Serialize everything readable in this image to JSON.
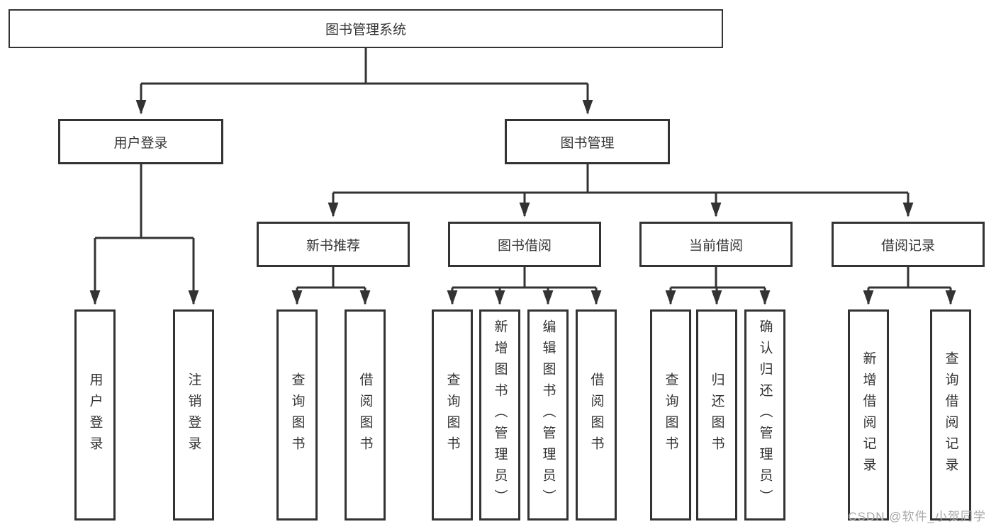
{
  "colors": {
    "background": "#ffffff",
    "line": "#333333",
    "box_border": "#333333",
    "text": "#333333",
    "watermark": "#a8a8a8"
  },
  "diagram_type": "hierarchy-tree",
  "nodes": {
    "root": "图书管理系统",
    "user_login": "用户登录",
    "book_management": "图书管理",
    "new_book_recommend": "新书推荐",
    "book_borrowing": "图书借阅",
    "current_borrowing": "当前借阅",
    "borrowing_records": "借阅记录",
    "leaf_user_login": "用户登录",
    "leaf_logout": "注销登录",
    "leaf_nbr_query_books": "查询图书",
    "leaf_nbr_borrow_books": "借阅图书",
    "leaf_bb_query_books": "查询图书",
    "leaf_bb_add_books": "新增图书（管理员）",
    "leaf_bb_edit_books": "编辑图书（管理员）",
    "leaf_bb_borrow_books": "借阅图书",
    "leaf_cb_query_books": "查询图书",
    "leaf_cb_return_books": "归还图书",
    "leaf_cb_confirm_return": "确认归还（管理员）",
    "leaf_br_add_record": "新增借阅记录",
    "leaf_br_query_record": "查询借阅记录"
  },
  "hierarchy": {
    "图书管理系统": {
      "用户登录": [
        "用户登录",
        "注销登录"
      ],
      "图书管理": {
        "新书推荐": [
          "查询图书",
          "借阅图书"
        ],
        "图书借阅": [
          "查询图书",
          "新增图书（管理员）",
          "编辑图书（管理员）",
          "借阅图书"
        ],
        "当前借阅": [
          "查询图书",
          "归还图书",
          "确认归还（管理员）"
        ],
        "借阅记录": [
          "新增借阅记录",
          "查询借阅记录"
        ]
      }
    }
  },
  "watermark": "CSDN @软件_小贺同学"
}
